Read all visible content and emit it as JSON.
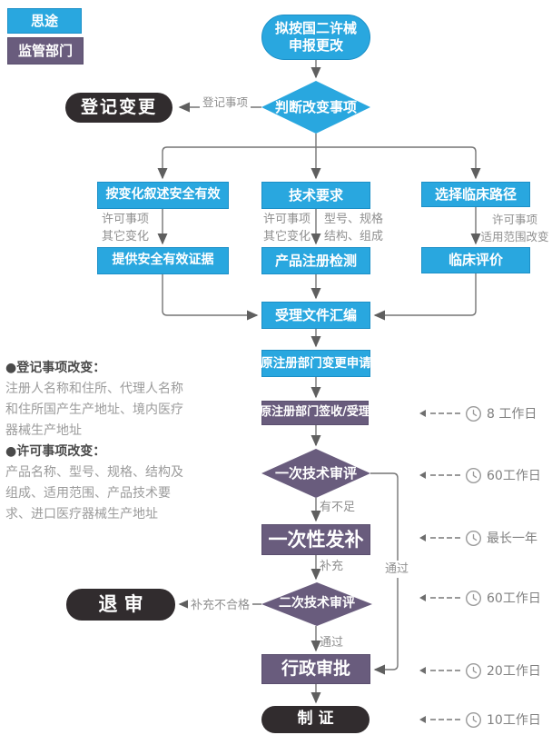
{
  "legend": {
    "situ": "思途",
    "regulator": "监管部门"
  },
  "nodes": {
    "start": "拟按国二许械\n申报更改",
    "decision_change": "判断改变事项",
    "registration_change": "登记变更",
    "describe_safety": "按变化叙述安全有效",
    "technical_requirements": "技术要求",
    "clinical_path": "选择临床路径",
    "provide_evidence": "提供安全有效证据",
    "product_testing": "产品注册检测",
    "clinical_evaluation": "临床评价",
    "acceptance_compilation": "受理文件汇编",
    "change_application": "原注册部门变更申请",
    "sign_acceptance": "原注册部门签收/受理",
    "first_review": "一次技术审评",
    "one_time_supplement": "一次性发补",
    "second_review": "二次技术审评",
    "reject": "退 审",
    "administrative_approval": "行政审批",
    "issue_certificate": "制 证"
  },
  "edge_labels": {
    "registration_item": "登记事项",
    "left_condition": "许可事项\n其它变化",
    "middle_condition_left": "许可事项\n其它变化",
    "middle_condition_right": "型号、规格\n结构、组成",
    "right_condition": "许可事项\n适用范围改变",
    "insufficient": "有不足",
    "supplement": "补充",
    "pass_bypass": "通过",
    "pass": "通过",
    "supplement_failed": "补充不合格"
  },
  "side_notes": [
    {
      "heading": "●登记事项改变：",
      "lines": [
        "注册人名称和住所、代理人名称",
        "和住所国产生产地址、境内医疗",
        "器械生产地址"
      ]
    },
    {
      "heading": "●许可事项改变：",
      "lines": [
        "产品名称、型号、规格、结构及",
        "组成、适用范围、产品技术要",
        "求、进口医疗器械生产地址"
      ]
    }
  ],
  "timers": [
    {
      "label": "8 工作日"
    },
    {
      "label": "60工作日"
    },
    {
      "label": "最长一年"
    },
    {
      "label": "60工作日"
    },
    {
      "label": "20工作日"
    },
    {
      "label": "10工作日"
    }
  ],
  "colors": {
    "process_blue": "#29a7df",
    "regulator_purple": "#695c7d",
    "result_dark": "#312c2e",
    "line_gray": "#757575"
  }
}
